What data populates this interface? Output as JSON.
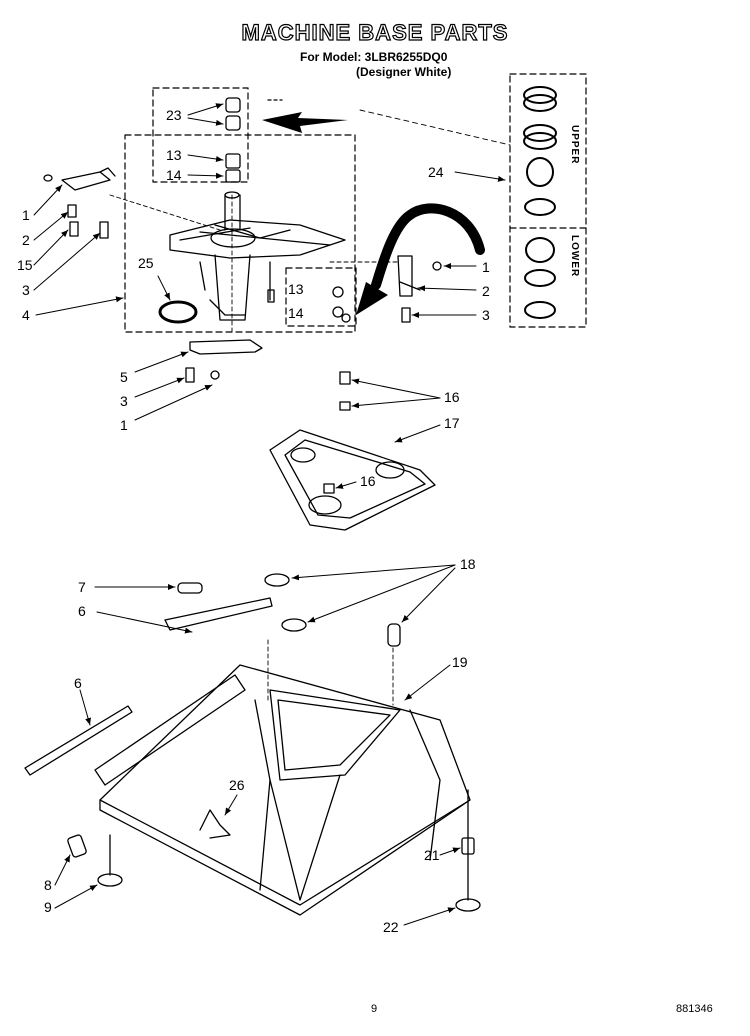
{
  "header": {
    "title": "MACHINE BASE PARTS",
    "model_line": "For Model: 3LBR6255DQ0",
    "color_line": "(Designer White)"
  },
  "kit": {
    "upper_label": "UPPER",
    "lower_label": "LOWER"
  },
  "callouts": [
    {
      "id": "c23",
      "text": "23"
    },
    {
      "id": "c13a",
      "text": "13"
    },
    {
      "id": "c14a",
      "text": "14"
    },
    {
      "id": "c1a",
      "text": "1"
    },
    {
      "id": "c2a",
      "text": "2"
    },
    {
      "id": "c15",
      "text": "15"
    },
    {
      "id": "c3a",
      "text": "3"
    },
    {
      "id": "c25",
      "text": "25"
    },
    {
      "id": "c4",
      "text": "4"
    },
    {
      "id": "c24",
      "text": "24"
    },
    {
      "id": "c1b",
      "text": "1"
    },
    {
      "id": "c13b",
      "text": "13"
    },
    {
      "id": "c2b",
      "text": "2"
    },
    {
      "id": "c14b",
      "text": "14"
    },
    {
      "id": "c3b",
      "text": "3"
    },
    {
      "id": "c5",
      "text": "5"
    },
    {
      "id": "c3c",
      "text": "3"
    },
    {
      "id": "c1c",
      "text": "1"
    },
    {
      "id": "c16a",
      "text": "16"
    },
    {
      "id": "c17",
      "text": "17"
    },
    {
      "id": "c16b",
      "text": "16"
    },
    {
      "id": "c18",
      "text": "18"
    },
    {
      "id": "c7",
      "text": "7"
    },
    {
      "id": "c6a",
      "text": "6"
    },
    {
      "id": "c19",
      "text": "19"
    },
    {
      "id": "c6b",
      "text": "6"
    },
    {
      "id": "c26",
      "text": "26"
    },
    {
      "id": "c21",
      "text": "21"
    },
    {
      "id": "c8",
      "text": "8"
    },
    {
      "id": "c9",
      "text": "9"
    },
    {
      "id": "c22",
      "text": "22"
    }
  ],
  "footer": {
    "page_number": "9",
    "figure_code": "881346"
  }
}
